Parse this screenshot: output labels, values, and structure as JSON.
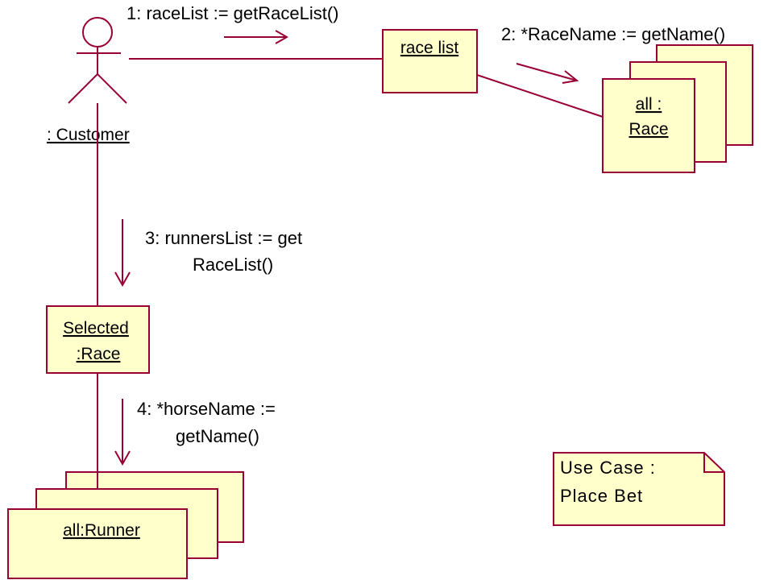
{
  "diagram": {
    "actor": {
      "label": ": Customer"
    },
    "objects": {
      "race_list": {
        "label": "race list"
      },
      "all_race": {
        "line1": "all :",
        "line2": "Race"
      },
      "selected_race": {
        "line1": "Selected",
        "line2": ":Race"
      },
      "all_runner": {
        "label": "all:Runner"
      }
    },
    "messages": {
      "m1": {
        "text": "1: raceList := getRaceList()"
      },
      "m2": {
        "text": "2: *RaceName := getName()"
      },
      "m3": {
        "line1": "3: runnersList := get",
        "line2": "RaceList()"
      },
      "m4": {
        "line1": "4: *horseName :=",
        "line2": "getName()"
      }
    },
    "note": {
      "line1": "Use Case :",
      "line2": "Place Bet"
    },
    "colors": {
      "line": "#990033",
      "fill": "#ffffcc",
      "border": "#990033"
    }
  }
}
